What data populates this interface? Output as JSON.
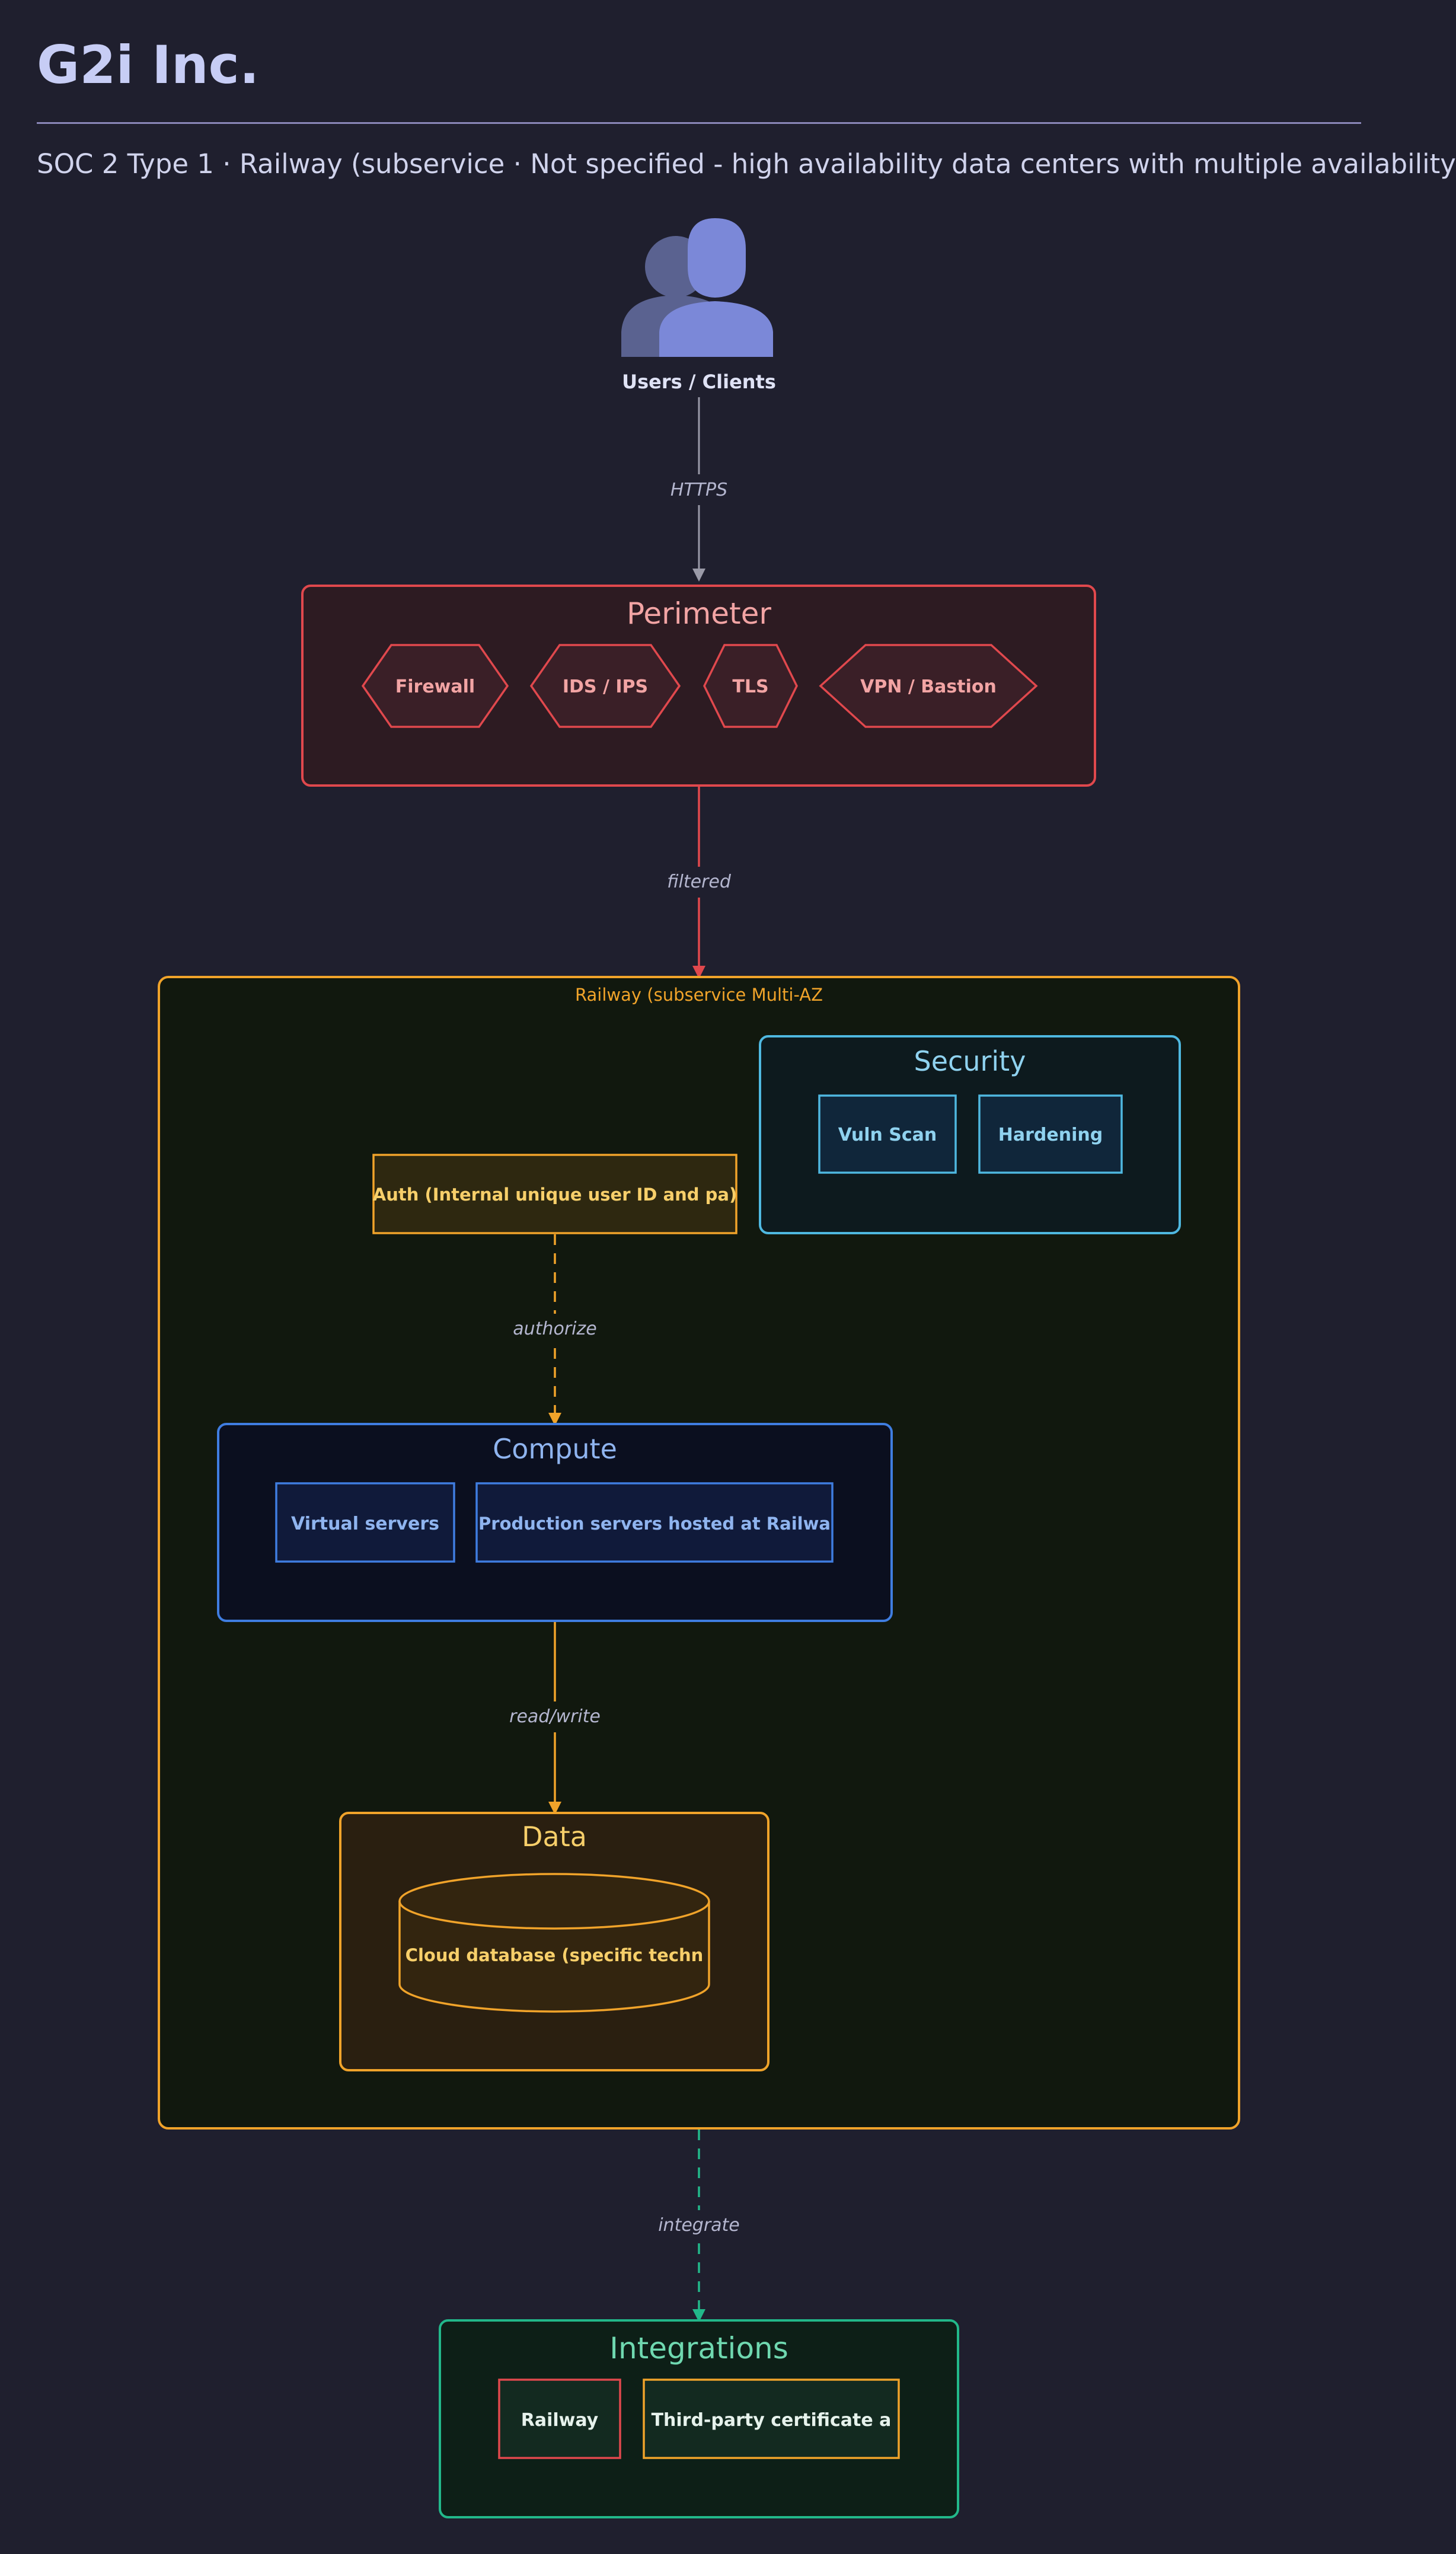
{
  "header": {
    "title": "G2i Inc.",
    "subtitle": "SOC 2 Type 1 · Railway (subservice · Not specified - high availability data centers with multiple availability"
  },
  "users": {
    "label": "Users / Clients"
  },
  "edges": {
    "https": "HTTPS",
    "filtered": "filtered",
    "authorize": "authorize",
    "read_write": "read/write",
    "integrate": "integrate"
  },
  "perimeter": {
    "title": "Perimeter",
    "items": [
      "Firewall",
      "IDS / IPS",
      "TLS",
      "VPN / Bastion"
    ]
  },
  "cloud": {
    "label": "Railway (subservice Multi-AZ"
  },
  "security": {
    "title": "Security",
    "items": [
      "Vuln Scan",
      "Hardening"
    ]
  },
  "auth": {
    "label": "Auth (Internal unique user ID and pa)"
  },
  "compute": {
    "title": "Compute",
    "items": [
      "Virtual servers",
      "Production servers hosted at Railwa"
    ]
  },
  "data": {
    "title": "Data",
    "db_label": "Cloud database (specific techn"
  },
  "integrations": {
    "title": "Integrations",
    "items": [
      "Railway",
      "Third-party certificate a"
    ]
  },
  "colors": {
    "background": "#1f1f2e",
    "perimeter": "#e0484d",
    "cloud": "#f0a32a",
    "security": "#4fb8e0",
    "compute": "#3f7de0",
    "data": "#f0a32a",
    "integrations": "#22b88a",
    "users_icon": "#7b88d8"
  }
}
